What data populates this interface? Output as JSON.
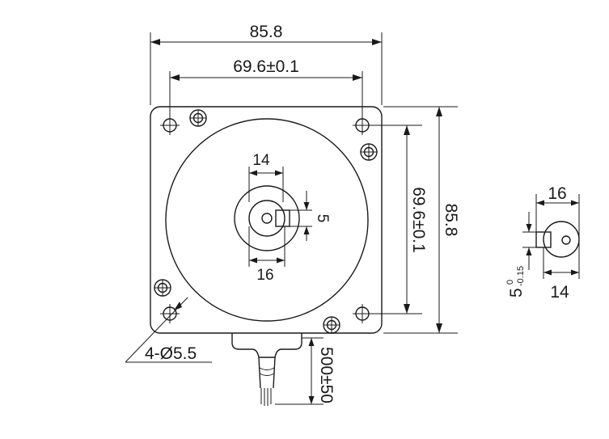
{
  "drawing": {
    "dimensions": {
      "overall_width": "85.8",
      "hole_spacing_horizontal": "69.6±0.1",
      "overall_height": "85.8",
      "hole_spacing_vertical": "69.6±0.1",
      "shaft_flat_width": "14",
      "shaft_diameter": "16",
      "key_width": "5",
      "mount_holes": "4-Ø5.5",
      "cable_length": "500±50"
    },
    "shaft_detail": {
      "diameter": "16",
      "flat_width": "14",
      "key_nominal": "5",
      "key_tol_upper": "0",
      "key_tol_lower": "-0.15"
    }
  }
}
